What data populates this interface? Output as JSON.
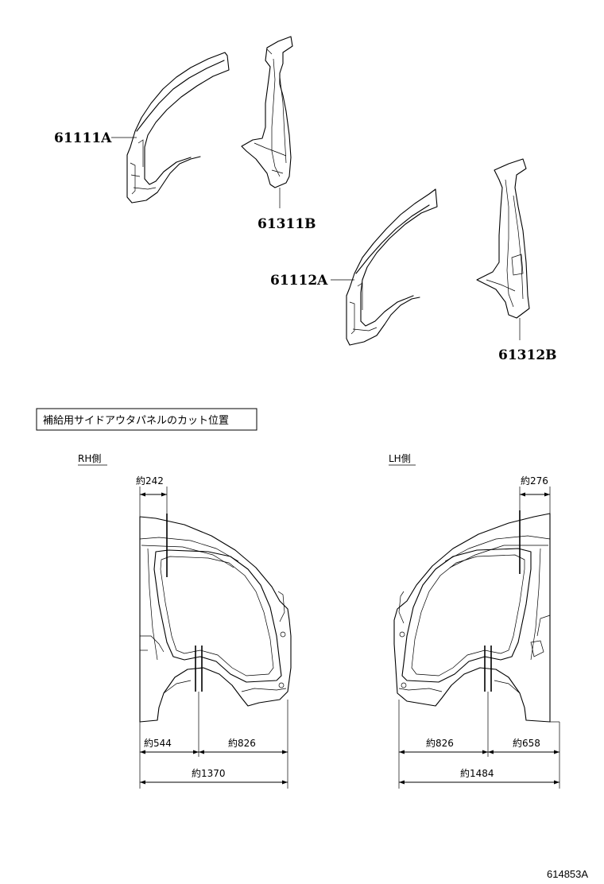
{
  "parts": {
    "p61111a": "61111A",
    "p61311b": "61311B",
    "p61112a": "61112A",
    "p61312b": "61312B"
  },
  "note_box": "補給用サイドアウタパネルのカット位置",
  "rh": {
    "label": "RH側",
    "dim_top": "約242",
    "dim_left": "約544",
    "dim_right": "約826",
    "dim_total": "約1370"
  },
  "lh": {
    "label": "LH側",
    "dim_top": "約276",
    "dim_left": "約826",
    "dim_right": "約658",
    "dim_total": "約1484"
  },
  "figure_number": "614853A"
}
